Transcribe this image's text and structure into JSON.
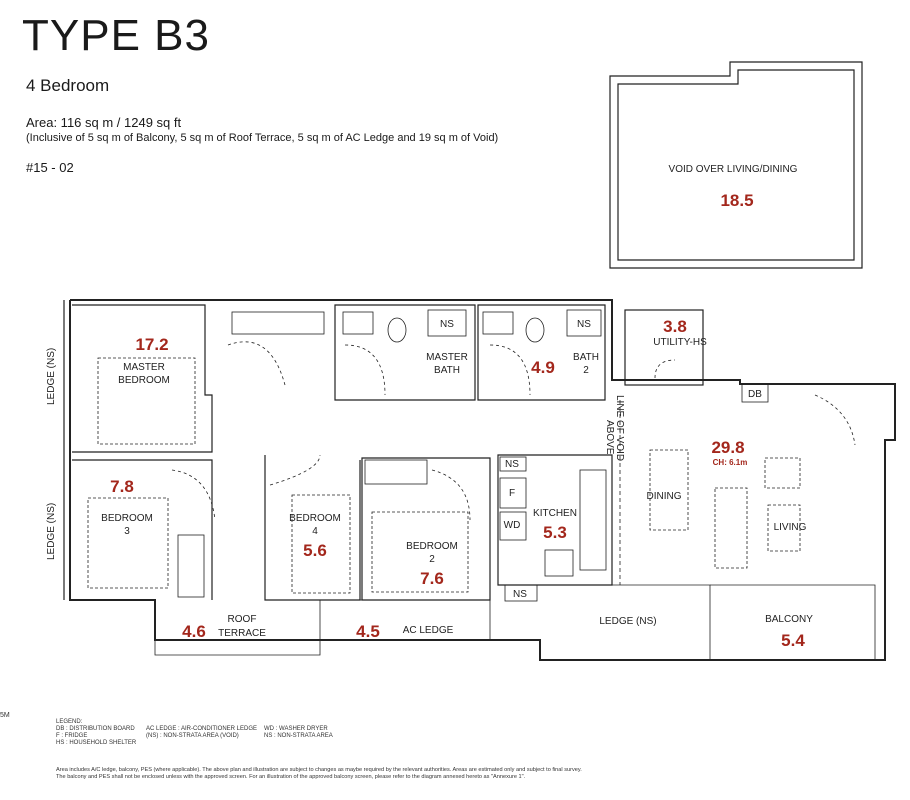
{
  "header": {
    "title": "TYPE B3",
    "bedrooms": "4 Bedroom",
    "area": "Area: 116 sq m / 1249 sq ft",
    "inclusive": "(Inclusive of 5 sq m of Balcony, 5 sq m of Roof Terrace, 5 sq m of AC Ledge and 19 sq m of Void)",
    "unit": "#15 - 02"
  },
  "rooms": {
    "void": {
      "label": "VOID OVER LIVING/DINING",
      "area": "18.5"
    },
    "master_bedroom": {
      "label1": "MASTER",
      "label2": "BEDROOM",
      "area": "17.2"
    },
    "master_bath": {
      "label1": "MASTER",
      "label2": "BATH"
    },
    "bath2": {
      "label1": "BATH",
      "label2": "2",
      "area": "4.9"
    },
    "utility": {
      "label": "UTILITY-HS",
      "area": "3.8"
    },
    "db": "DB",
    "ns": "NS",
    "line_of_void": "LINE OF VOID",
    "above": "ABOVE",
    "living_dining": {
      "area": "29.8",
      "ceiling": "CH: 6.1m",
      "dining": "DINING",
      "living": "LIVING"
    },
    "bedroom3": {
      "label1": "BEDROOM",
      "label2": "3",
      "area": "7.8"
    },
    "bedroom4": {
      "label1": "BEDROOM",
      "label2": "4",
      "area": "5.6"
    },
    "bedroom2": {
      "label1": "BEDROOM",
      "label2": "2",
      "area": "7.6"
    },
    "kitchen": {
      "label": "KITCHEN",
      "area": "5.3",
      "f": "F",
      "wd": "WD"
    },
    "roof_terrace": {
      "label1": "ROOF",
      "label2": "TERRACE",
      "area": "4.6"
    },
    "ac_ledge": {
      "label": "AC LEDGE",
      "area": "4.5"
    },
    "ledge_ns": "LEDGE (NS)",
    "balcony": {
      "label": "BALCONY",
      "area": "5.4"
    },
    "side_ledge_top": "LEDGE (NS)",
    "side_ledge_bottom": "LEDGE (NS)"
  },
  "legend": {
    "heading": "LEGEND:",
    "rows": [
      [
        "DB : DISTRIBUTION BOARD",
        "AC LEDGE : AIR-CONDITIONER LEDGE",
        "WD : WASHER DRYER"
      ],
      [
        "F : FRIDGE",
        "(NS) : NON-STRATA AREA (VOID)",
        "NS : NON-STRATA AREA"
      ],
      [
        "HS : HOUSEHOLD SHELTER",
        "",
        ""
      ]
    ]
  },
  "notes": [
    "Area includes A/C ledge, balcony, PES (where applicable). The above plan and illustration are subject to changes as maybe required by the relevant authorities. Areas are estimated only and subject to final survey.",
    "The balcony and PES shall not be enclosed unless with the approved screen. For an illustration of the approved balcony screen, please refer to the diagram annexed hereto as \"Annexure 1\"."
  ],
  "edge_mark": "5M"
}
